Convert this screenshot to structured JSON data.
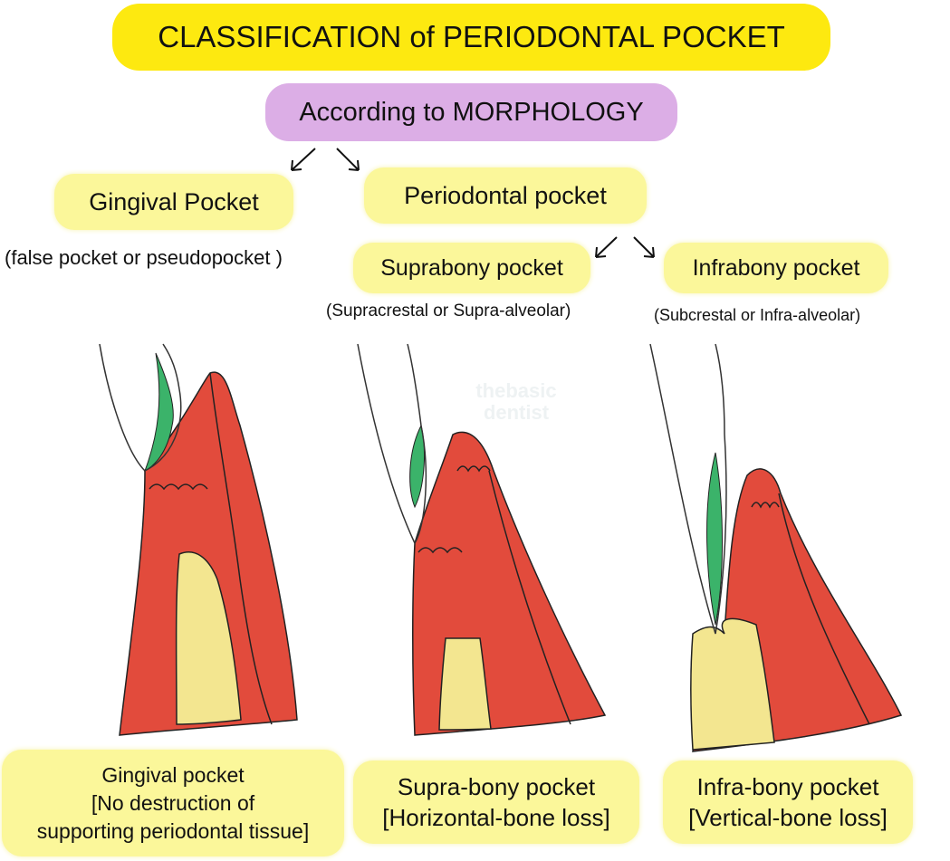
{
  "title": "CLASSIFICATION of PERIODONTAL POCKET",
  "subtitle": "According to MORPHOLOGY",
  "branches": {
    "gingival": {
      "label": "Gingival Pocket",
      "note": "(false pocket or pseudopocket )"
    },
    "periodontal": {
      "label": "Periodontal pocket"
    },
    "suprabony": {
      "label": "Suprabony pocket",
      "note": "(Supracrestal or Supra-alveolar)"
    },
    "infrabony": {
      "label": "Infrabony pocket",
      "note": "(Subcrestal or Infra-alveolar)"
    }
  },
  "captions": [
    {
      "line1": "Gingival pocket",
      "line2": "[No destruction of",
      "line3": "supporting periodontal tissue]"
    },
    {
      "line1": "Supra-bony pocket",
      "line2": "[Horizontal-bone loss]"
    },
    {
      "line1": "Infra-bony pocket",
      "line2": "[Vertical-bone loss]"
    }
  ],
  "watermark": "thebasic dentist",
  "colors": {
    "title_bg": "#fde910",
    "subtitle_bg": "#dcaee6",
    "box_bg": "#fbf79a",
    "gingiva": "#e24b3c",
    "bone": "#f3e690",
    "plaque": "#3bb36a"
  }
}
